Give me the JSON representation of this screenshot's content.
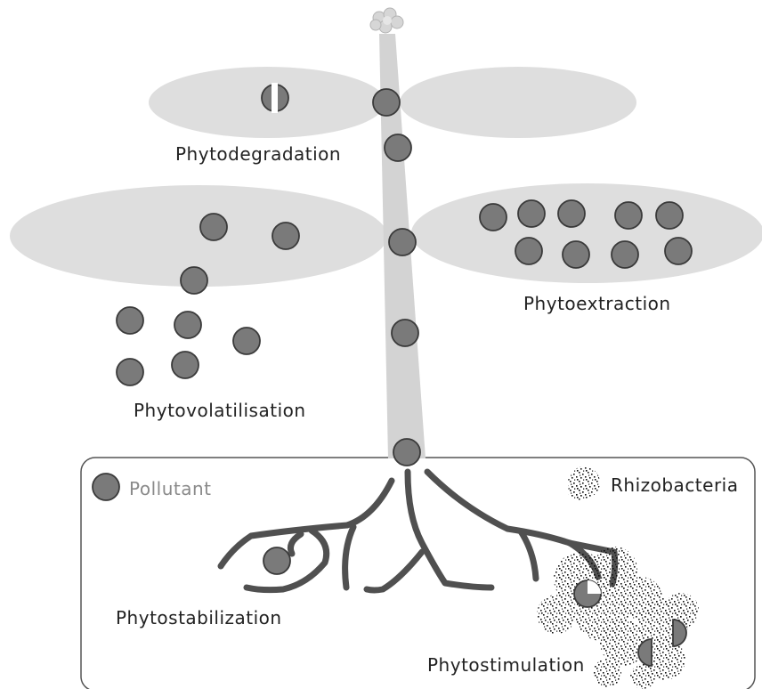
{
  "labels": {
    "phytodegradation": "Phytodegradation",
    "phytoextraction": "Phytoextraction",
    "phytovolatilisation": "Phytovolatilisation",
    "phytostabilization": "Phytostabilization",
    "phytostimulation": "Phytostimulation"
  },
  "legend": {
    "pollutant": "Pollutant",
    "rhizobacteria": "Rhizobacteria"
  },
  "colors": {
    "leaf": "#dedede",
    "stem": "#d3d3d3",
    "pollutant_fill": "#7a7a7a",
    "pollutant_stroke": "#3a3a3a",
    "root": "#505050",
    "soil_border": "#555555",
    "pollutant_label": "#8a8a8a",
    "text": "#222222"
  },
  "icons": {
    "pollutant": "pollutant-dot-icon",
    "rhizobacteria": "rhizobacteria-cluster-icon",
    "degraded_pollutant": "split-pollutant-icon",
    "flower": "flower-icon"
  }
}
